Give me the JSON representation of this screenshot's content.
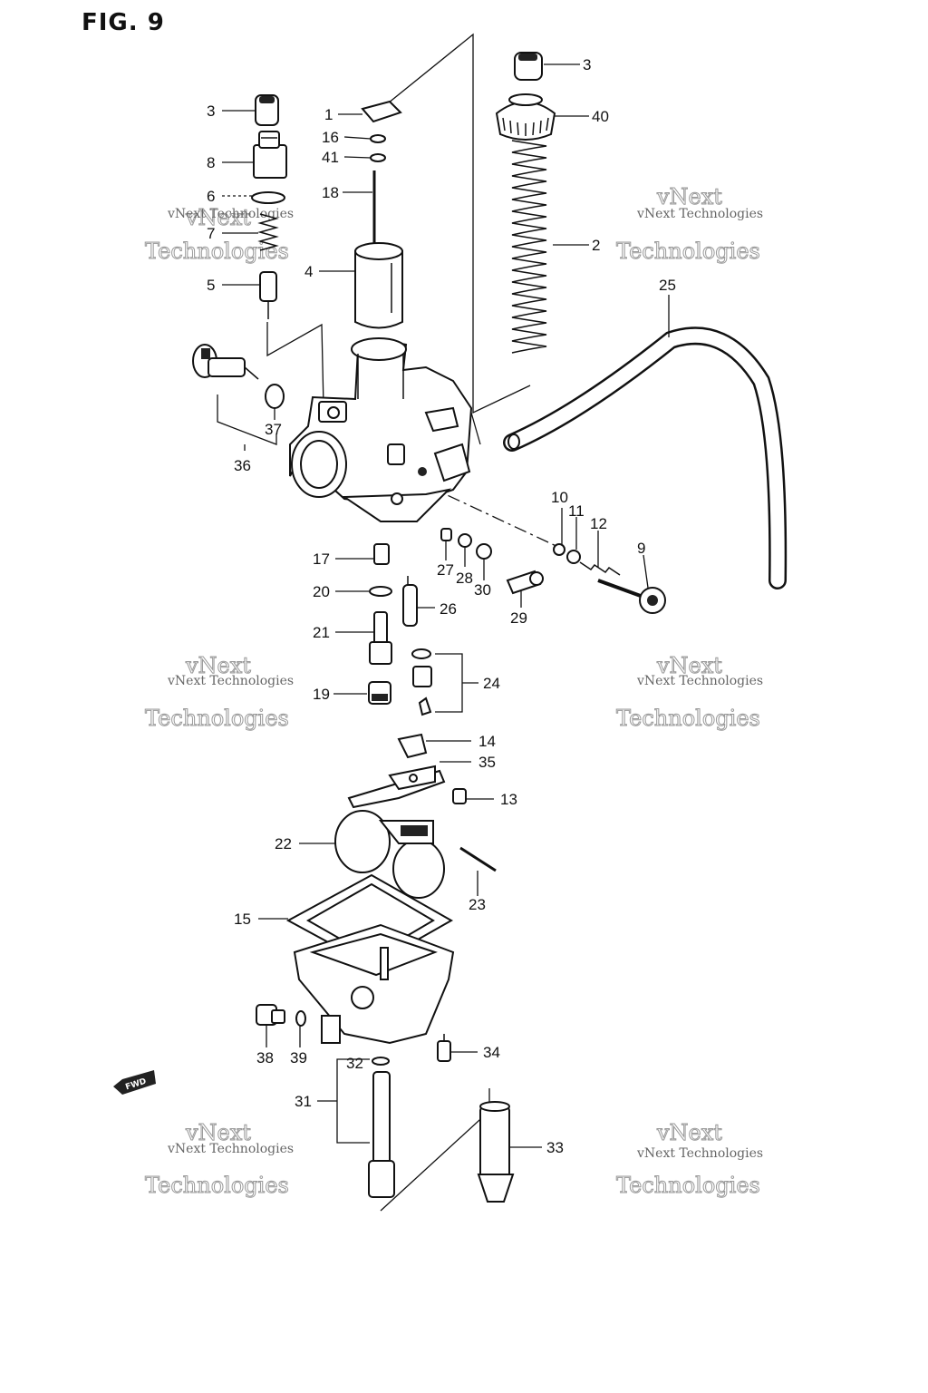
{
  "figure": {
    "title": "FIG. 9"
  },
  "watermark": {
    "line1": "vNext Technologies",
    "line2": "vNext",
    "line3": "Technologies"
  },
  "callouts": [
    {
      "id": "c1",
      "label": "1"
    },
    {
      "id": "c2",
      "label": "2"
    },
    {
      "id": "c3a",
      "label": "3"
    },
    {
      "id": "c3b",
      "label": "3"
    },
    {
      "id": "c4",
      "label": "4"
    },
    {
      "id": "c5",
      "label": "5"
    },
    {
      "id": "c6",
      "label": "6"
    },
    {
      "id": "c7",
      "label": "7"
    },
    {
      "id": "c8",
      "label": "8"
    },
    {
      "id": "c9",
      "label": "9"
    },
    {
      "id": "c10",
      "label": "10"
    },
    {
      "id": "c11",
      "label": "11"
    },
    {
      "id": "c12",
      "label": "12"
    },
    {
      "id": "c13",
      "label": "13"
    },
    {
      "id": "c14",
      "label": "14"
    },
    {
      "id": "c15",
      "label": "15"
    },
    {
      "id": "c16",
      "label": "16"
    },
    {
      "id": "c17",
      "label": "17"
    },
    {
      "id": "c18",
      "label": "18"
    },
    {
      "id": "c19",
      "label": "19"
    },
    {
      "id": "c20",
      "label": "20"
    },
    {
      "id": "c21",
      "label": "21"
    },
    {
      "id": "c22",
      "label": "22"
    },
    {
      "id": "c23",
      "label": "23"
    },
    {
      "id": "c24",
      "label": "24"
    },
    {
      "id": "c25",
      "label": "25"
    },
    {
      "id": "c26",
      "label": "26"
    },
    {
      "id": "c27",
      "label": "27"
    },
    {
      "id": "c28",
      "label": "28"
    },
    {
      "id": "c29",
      "label": "29"
    },
    {
      "id": "c30",
      "label": "30"
    },
    {
      "id": "c31",
      "label": "31"
    },
    {
      "id": "c32",
      "label": "32"
    },
    {
      "id": "c33",
      "label": "33"
    },
    {
      "id": "c34",
      "label": "34"
    },
    {
      "id": "c35",
      "label": "35"
    },
    {
      "id": "c36",
      "label": "36"
    },
    {
      "id": "c37",
      "label": "37"
    },
    {
      "id": "c38",
      "label": "38"
    },
    {
      "id": "c39",
      "label": "39"
    },
    {
      "id": "c40",
      "label": "40"
    },
    {
      "id": "c41",
      "label": "41"
    }
  ],
  "fwd_badge": {
    "label": "FWD"
  }
}
